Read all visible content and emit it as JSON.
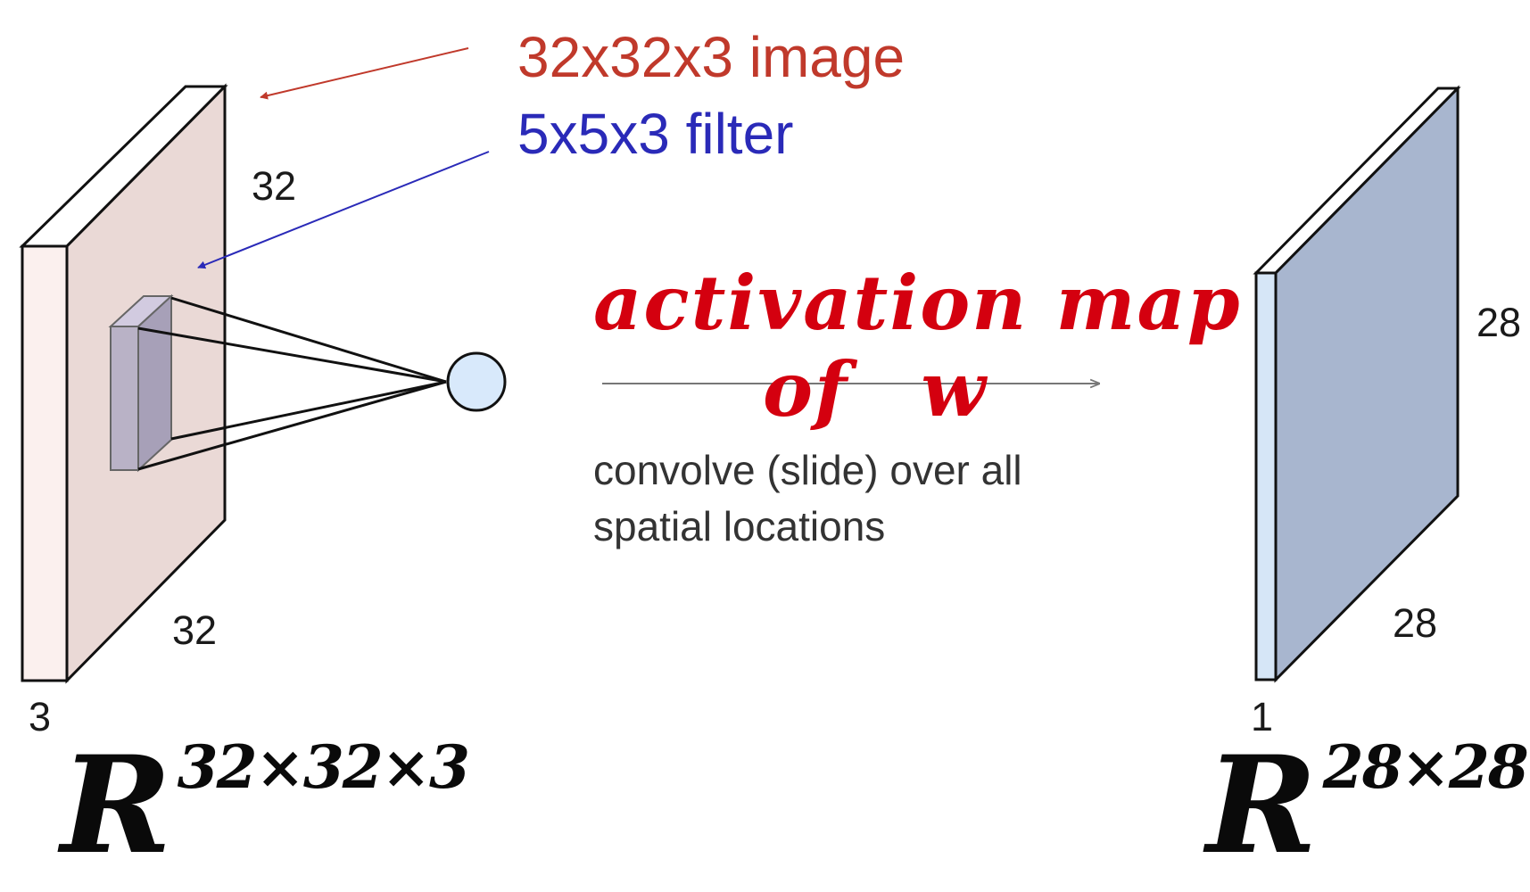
{
  "labels": {
    "image_label": "32x32x3 image",
    "filter_label": "5x5x3 filter",
    "input_height": "32",
    "input_width": "32",
    "input_depth": "3",
    "output_height": "28",
    "output_width": "28",
    "output_depth": "1",
    "caption_line1": "convolve (slide) over all",
    "caption_line2": "spatial locations"
  },
  "annotations": {
    "activation_line1": "activation map",
    "activation_line2": "of w",
    "input_space_base": "R",
    "input_space_exponent": "32×32×3",
    "output_space_base": "R",
    "output_space_exponent": "28×28"
  },
  "colors": {
    "input_front": "#ead9d6",
    "input_side": "#fbf0ee",
    "filter": "#b9b2c6",
    "neuron": "#d8e9fb",
    "output_front": "#a8b6cf",
    "output_side": "#d6e6f7",
    "arrow_red": "#c0392b",
    "arrow_blue": "#2a2ab8",
    "handwriting_red": "#d4000f"
  }
}
